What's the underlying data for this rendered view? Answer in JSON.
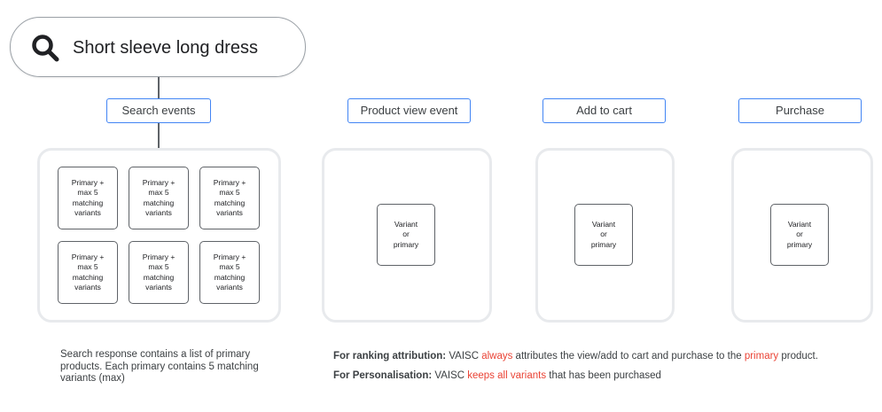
{
  "search": {
    "query": "Short sleeve long dress",
    "icon": "search-icon"
  },
  "labels": {
    "search_events": "Search events",
    "product_view_event": "Product view event",
    "add_to_cart": "Add to cart",
    "purchase": "Purchase"
  },
  "cards": {
    "search_grid": [
      "Primary +\nmax 5\nmatching\nvariants",
      "Primary +\nmax 5\nmatching\nvariants",
      "Primary +\nmax 5\nmatching\nvariants",
      "Primary +\nmax 5\nmatching\nvariants",
      "Primary +\nmax 5\nmatching\nvariants",
      "Primary +\nmax 5\nmatching\nvariants"
    ],
    "product_view": "Variant\nor\nprimary",
    "add_to_cart": "Variant\nor\nprimary",
    "purchase": "Variant\nor\nprimary"
  },
  "captions": {
    "search_response": "Search response contains a list of primary products. Each primary contains 5 matching variants (max)"
  },
  "notes": {
    "ranking": {
      "label": "For ranking attribution:",
      "part1": " VAISC ",
      "highlight1": "always",
      "part2": " attributes the view/add to cart and purchase to the ",
      "highlight2": "primary",
      "part3": " product."
    },
    "personalisation": {
      "label": "For Personalisation:",
      "part1": " VAISC ",
      "highlight1": "keeps all variants",
      "part2": " that has been purchased"
    }
  },
  "colors": {
    "label_border": "#4285f4",
    "highlight": "#ea4335",
    "panel_border": "#e8eaed"
  }
}
